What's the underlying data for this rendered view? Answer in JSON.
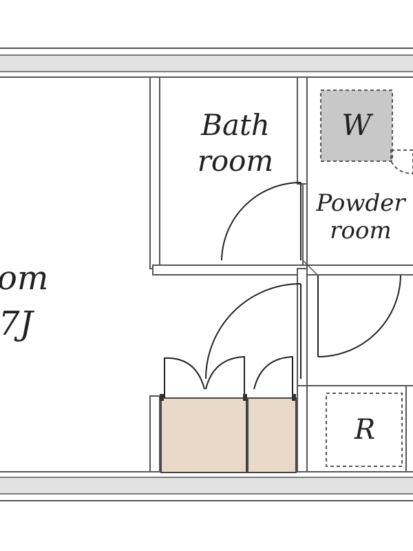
{
  "rooms": {
    "main": {
      "name_partial": "om",
      "size_partial": "7J"
    },
    "bath": {
      "line1": "Bath",
      "line2": "room"
    },
    "powder": {
      "line1": "Powder",
      "line2": "room"
    }
  },
  "fixtures": {
    "washer": {
      "label": "W"
    },
    "refrigerator": {
      "label": "R"
    }
  },
  "colors": {
    "wall_outline": "#555555",
    "wall_fill": "#e2e2e2",
    "washer_fill": "#c8c8c8",
    "cabinet_fill": "#e8d9c8",
    "background": "#ffffff"
  }
}
